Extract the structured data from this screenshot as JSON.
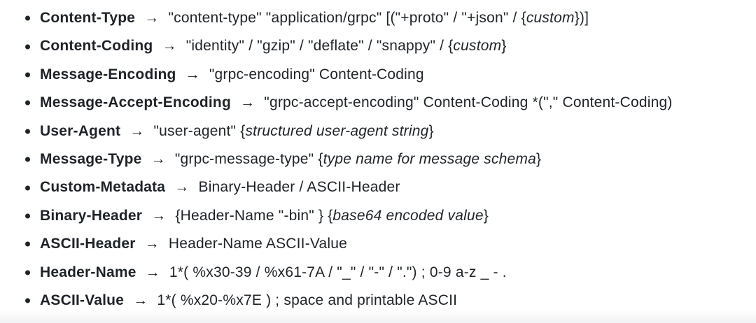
{
  "page": {
    "background": "#ffffff",
    "text_color": "#1f2328",
    "bottom_fade_color": "#f1f2f4",
    "arrow_glyph": "→",
    "bullet_shape": "filled-disc"
  },
  "list": {
    "items": [
      {
        "term": "Content-Type",
        "segments": [
          {
            "text": "\"content-type\" \"application/grpc\" [(\"+proto\" / \"+json\" / {",
            "style": "normal"
          },
          {
            "text": "custom",
            "style": "italic"
          },
          {
            "text": "})]",
            "style": "normal"
          }
        ]
      },
      {
        "term": "Content-Coding",
        "segments": [
          {
            "text": "\"identity\" / \"gzip\" / \"deflate\" / \"snappy\" / {",
            "style": "normal"
          },
          {
            "text": "custom",
            "style": "italic"
          },
          {
            "text": "}",
            "style": "normal"
          }
        ]
      },
      {
        "term": "Message-Encoding",
        "segments": [
          {
            "text": "\"grpc-encoding\" Content-Coding",
            "style": "normal"
          }
        ]
      },
      {
        "term": "Message-Accept-Encoding",
        "segments": [
          {
            "text": "\"grpc-accept-encoding\" Content-Coding *(\",\" Content-Coding)",
            "style": "normal"
          }
        ]
      },
      {
        "term": "User-Agent",
        "segments": [
          {
            "text": "\"user-agent\" {",
            "style": "normal"
          },
          {
            "text": "structured user-agent string",
            "style": "italic"
          },
          {
            "text": "}",
            "style": "normal"
          }
        ]
      },
      {
        "term": "Message-Type",
        "segments": [
          {
            "text": "\"grpc-message-type\" {",
            "style": "normal"
          },
          {
            "text": "type name for message schema",
            "style": "italic"
          },
          {
            "text": "}",
            "style": "normal"
          }
        ]
      },
      {
        "term": "Custom-Metadata",
        "segments": [
          {
            "text": "Binary-Header / ASCII-Header",
            "style": "normal"
          }
        ]
      },
      {
        "term": "Binary-Header",
        "segments": [
          {
            "text": "{Header-Name \"-bin\" } {",
            "style": "normal"
          },
          {
            "text": "base64 encoded value",
            "style": "italic"
          },
          {
            "text": "}",
            "style": "normal"
          }
        ]
      },
      {
        "term": "ASCII-Header",
        "segments": [
          {
            "text": "Header-Name ASCII-Value",
            "style": "normal"
          }
        ]
      },
      {
        "term": "Header-Name",
        "segments": [
          {
            "text": "1*( %x30-39 / %x61-7A / \"_\" / \"-\" / \".\") ; 0-9 a-z _ - .",
            "style": "normal"
          }
        ]
      },
      {
        "term": "ASCII-Value",
        "segments": [
          {
            "text": "1*( %x20-%x7E ) ; space and printable ASCII",
            "style": "normal"
          }
        ]
      }
    ]
  }
}
